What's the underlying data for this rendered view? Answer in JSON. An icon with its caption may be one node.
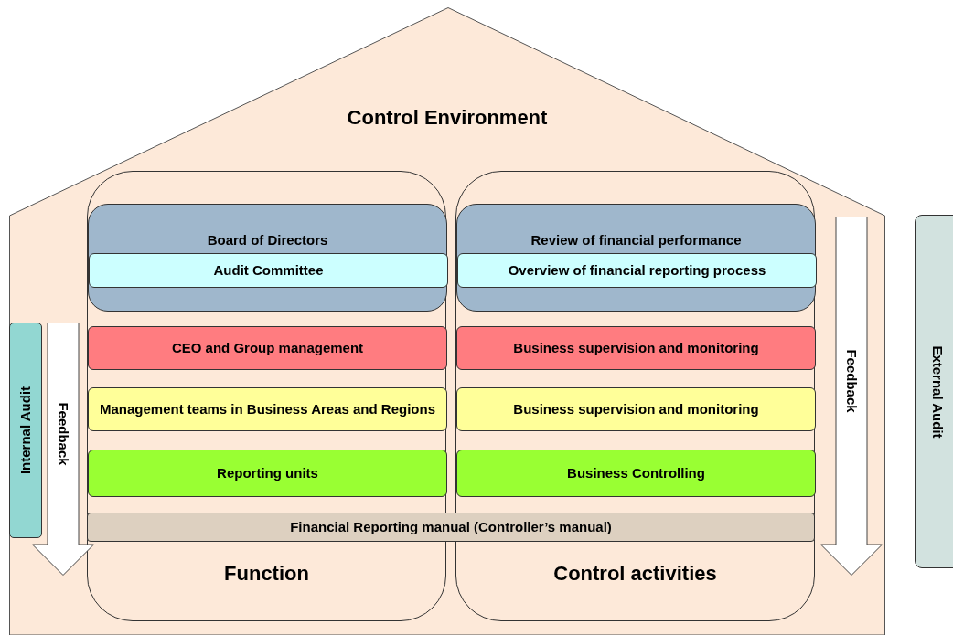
{
  "diagram": {
    "nodes": [
      {
        "text": [
          "Control Environment"
        ]
      },
      {
        "text": [
          "Function"
        ],
        "in": 0
      },
      {
        "text": [
          "Control activities"
        ],
        "in": 0
      },
      {
        "text": [
          "Board of Directors"
        ],
        "in": 1
      },
      {
        "text": [
          "Audit Committee"
        ],
        "in": 3
      },
      {
        "text": [
          "CEO and Group management"
        ],
        "in": 1
      },
      {
        "text": [
          "Management teams in Business Areas and Regions"
        ],
        "in": 1
      },
      {
        "text": [
          "Reporting units"
        ],
        "in": 1
      },
      {
        "text": [
          "Review of  financial performance"
        ],
        "in": 2
      },
      {
        "text": [
          "Overview of financial reporting process"
        ],
        "in": 8
      },
      {
        "text": [
          "Business supervision and monitoring"
        ],
        "in": 2
      },
      {
        "text": [
          "Business supervision and monitoring"
        ],
        "in": 2
      },
      {
        "text": [
          "Business Controlling"
        ],
        "in": 2
      },
      {
        "text": [
          "Financial Reporting manual (Controller’s manual)"
        ],
        "in": 0
      },
      {
        "text": [
          "Internal Audit"
        ],
        "in": 0
      },
      {
        "text": [
          "Feedback"
        ],
        "in": 0
      },
      {
        "text": [
          "Feedback"
        ],
        "in": 0
      },
      {
        "text": [
          "External Audit"
        ]
      }
    ]
  }
}
